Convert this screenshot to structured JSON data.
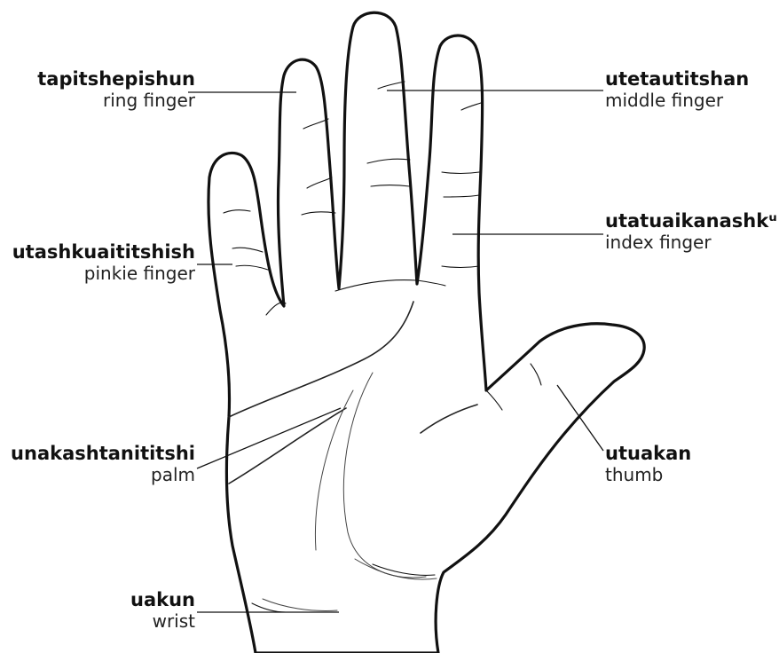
{
  "labels": {
    "ring": {
      "term": "tapitshepishun",
      "gloss": "ring finger"
    },
    "pinkie": {
      "term": "utashkuaititshish",
      "gloss": "pinkie finger"
    },
    "palm": {
      "term": "unakashtanititshi",
      "gloss": "palm"
    },
    "wrist": {
      "term": "uakun",
      "gloss": "wrist"
    },
    "middle": {
      "term": "utetautitshan",
      "gloss": "middle finger"
    },
    "index": {
      "term": "utatuaikanashkᵘ",
      "gloss": "index finger"
    },
    "thumb": {
      "term": "utuakan",
      "gloss": "thumb"
    }
  },
  "colors": {
    "ink": "#111111",
    "background": "#ffffff"
  }
}
